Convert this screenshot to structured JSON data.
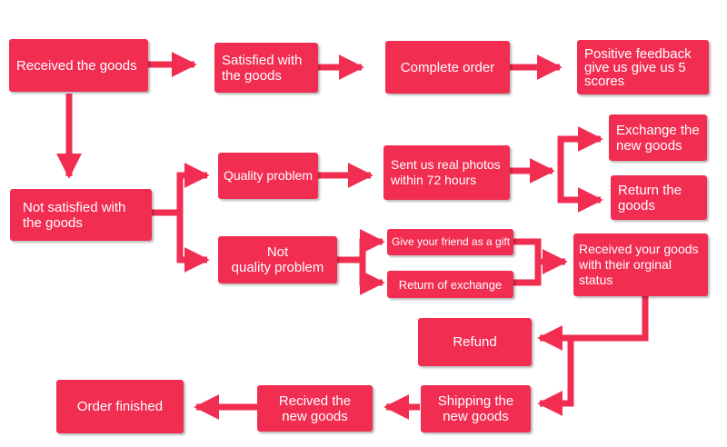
{
  "flow": {
    "received": "Received the goods",
    "satisfied": "Satisfied with\nthe goods",
    "complete": "Complete order",
    "positive": "Positive feedback\ngive us give us 5\nscores",
    "not_satisfied": "Not satisfied with\nthe goods",
    "quality": "Quality problem",
    "not_quality": "Not\nquality problem",
    "photos": "Sent us real photos\nwithin 72 hours",
    "exchange": "Exchange the\nnew goods",
    "return": "Return the\ngoods",
    "gift": "Give your friend as a gift",
    "return_exchange": "Return of exchange",
    "original": "Received your goods\nwith their orginal\nstatus",
    "refund": "Refund",
    "shipping": "Shipping the\nnew goods",
    "recived_new": "Recived the\nnew goods",
    "finished": "Order finished"
  },
  "colors": {
    "box": "#f12d52",
    "arrow": "#f12d52",
    "text": "#ffffff"
  }
}
